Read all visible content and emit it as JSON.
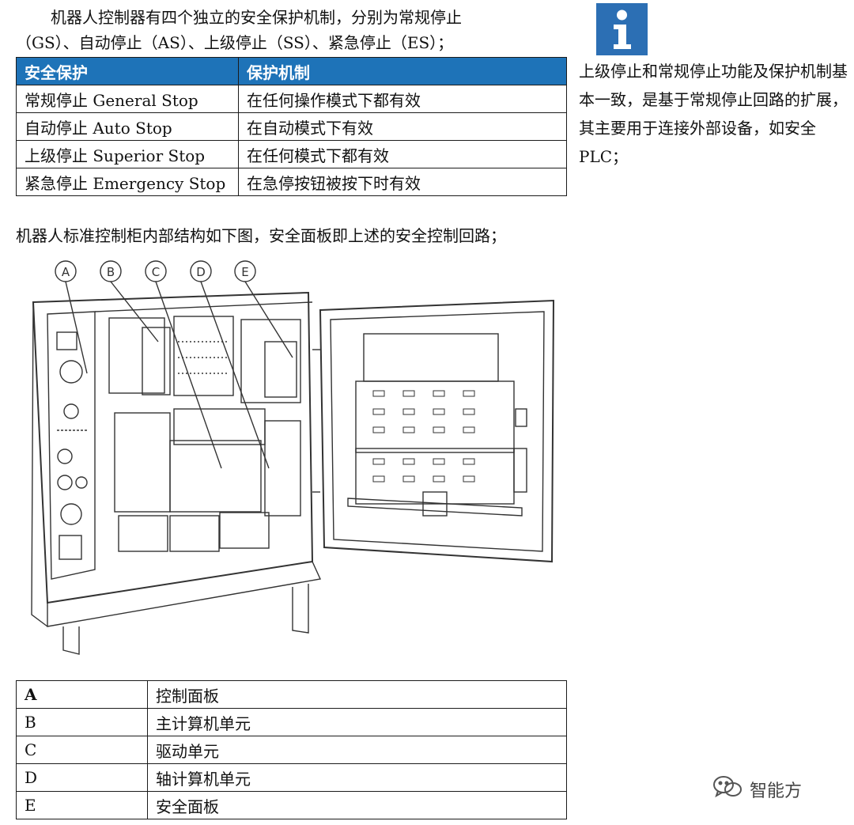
{
  "intro": {
    "line1": "机器人控制器有四个独立的安全保护机制，分别为常规停止",
    "line2": "（GS）、自动停止（AS）、上级停止（SS）、紧急停止（ES）；"
  },
  "protection_table": {
    "headers": [
      "安全保护",
      "保护机制"
    ],
    "rows": [
      [
        "常规停止 General Stop",
        "在任何操作模式下都有效"
      ],
      [
        "自动停止 Auto Stop",
        "在自动模式下有效"
      ],
      [
        "上级停止 Superior Stop",
        "在任何模式下都有效"
      ],
      [
        "紧急停止 Emergency Stop",
        "在急停按钮被按下时有效"
      ]
    ]
  },
  "note": {
    "icon": "info-icon",
    "text": "上级停止和常规停止功能及保护机制基本一致，是基于常规停止回路的扩展，其主要用于连接外部设备，如安全 PLC；"
  },
  "caption": "机器人标准控制柜内部结构如下图，安全面板即上述的安全控制回路；",
  "figure": {
    "callouts": [
      "A",
      "B",
      "C",
      "D",
      "E"
    ]
  },
  "parts_table": {
    "rows": [
      [
        "A",
        "控制面板"
      ],
      [
        "B",
        "主计算机单元"
      ],
      [
        "C",
        "驱动单元"
      ],
      [
        "D",
        "轴计算机单元"
      ],
      [
        "E",
        "安全面板"
      ]
    ]
  },
  "watermark": {
    "icon": "wechat-icon",
    "text": "智能方"
  }
}
